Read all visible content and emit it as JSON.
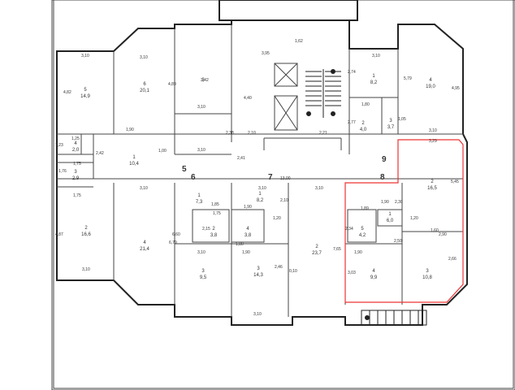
{
  "plan": {
    "corridor_labels": [
      "5",
      "6",
      "7",
      "8",
      "9"
    ],
    "corridor_length": "13,00",
    "rooms": [
      {
        "id": "a",
        "num": "5",
        "area": "14,9",
        "dims": [
          "3,10",
          "4,82"
        ]
      },
      {
        "id": "b",
        "num": "6",
        "area": "20,1",
        "dims": [
          "3,10",
          "4,89"
        ]
      },
      {
        "id": "c",
        "num": "3",
        "area": "",
        "dims": [
          "3,42",
          "3,10"
        ]
      },
      {
        "id": "d",
        "num": "",
        "area": "",
        "dims": [
          "2,38",
          "3,10"
        ]
      },
      {
        "id": "e",
        "num": "4",
        "area": "2,0",
        "dims": [
          "1,25",
          "1,23"
        ]
      },
      {
        "id": "f",
        "num": "1",
        "area": "10,4",
        "dims": [
          "1,90",
          "2,42",
          "1,00"
        ]
      },
      {
        "id": "g",
        "num": "3",
        "area": "2,9",
        "dims": [
          "1,75",
          "1,76"
        ]
      },
      {
        "id": "h",
        "num": "2",
        "area": "16,6",
        "dims": [
          "1,75",
          "4,87",
          "3,10"
        ]
      },
      {
        "id": "i",
        "num": "4",
        "area": "21,4",
        "dims": [
          "3,10",
          "6,79"
        ]
      },
      {
        "id": "j",
        "num": "1",
        "area": "7,3",
        "dims": [
          "1,85",
          "6,60"
        ]
      },
      {
        "id": "k",
        "num": "2",
        "area": "3,8",
        "dims": [
          "1,75",
          "2,15"
        ]
      },
      {
        "id": "l",
        "num": "3",
        "area": "9,5",
        "dims": [
          "3,10"
        ]
      },
      {
        "id": "m",
        "num": "1",
        "area": "8,2",
        "dims": [
          "3,10",
          "2,10"
        ]
      },
      {
        "id": "n",
        "num": "4",
        "area": "3,8",
        "dims": [
          "1,90",
          "1,80"
        ]
      },
      {
        "id": "o",
        "num": "3",
        "area": "14,3",
        "dims": [
          "1,90",
          "2,46"
        ]
      },
      {
        "id": "p",
        "num": "2",
        "area": "23,7",
        "dims": [
          "3,10",
          "7,65"
        ]
      },
      {
        "id": "q",
        "num": "1",
        "area": "8,2",
        "dims": [
          "3,10",
          "2,74"
        ]
      },
      {
        "id": "r",
        "num": "2",
        "area": "4,0",
        "dims": [
          "1,80",
          "2,77"
        ]
      },
      {
        "id": "s",
        "num": "3",
        "area": "3,7",
        "dims": [
          "1,05"
        ]
      },
      {
        "id": "t",
        "num": "4",
        "area": "19,0",
        "dims": [
          "5,79",
          "4,95",
          "3,10"
        ]
      },
      {
        "id": "u",
        "num": "2",
        "area": "16,5",
        "dims": [
          "3,29",
          "5,45"
        ]
      },
      {
        "id": "v",
        "num": "1",
        "area": "6,0",
        "dims": [
          "1,90",
          "2,30"
        ]
      },
      {
        "id": "w",
        "num": "5",
        "area": "4,2",
        "dims": [
          "1,89",
          "2,34"
        ]
      },
      {
        "id": "x",
        "num": "4",
        "area": "9,9",
        "dims": [
          "1,90",
          "3,03"
        ]
      },
      {
        "id": "y",
        "num": "3",
        "area": "10,8",
        "dims": [
          "2,90",
          "2,66"
        ]
      }
    ],
    "misc_dims": [
      "3,95",
      "1,62",
      "4,40",
      "2,10",
      "2,21",
      "2,41",
      "3,10",
      "1,20",
      "0,10",
      "2,50",
      "1,20",
      "1,60"
    ]
  }
}
